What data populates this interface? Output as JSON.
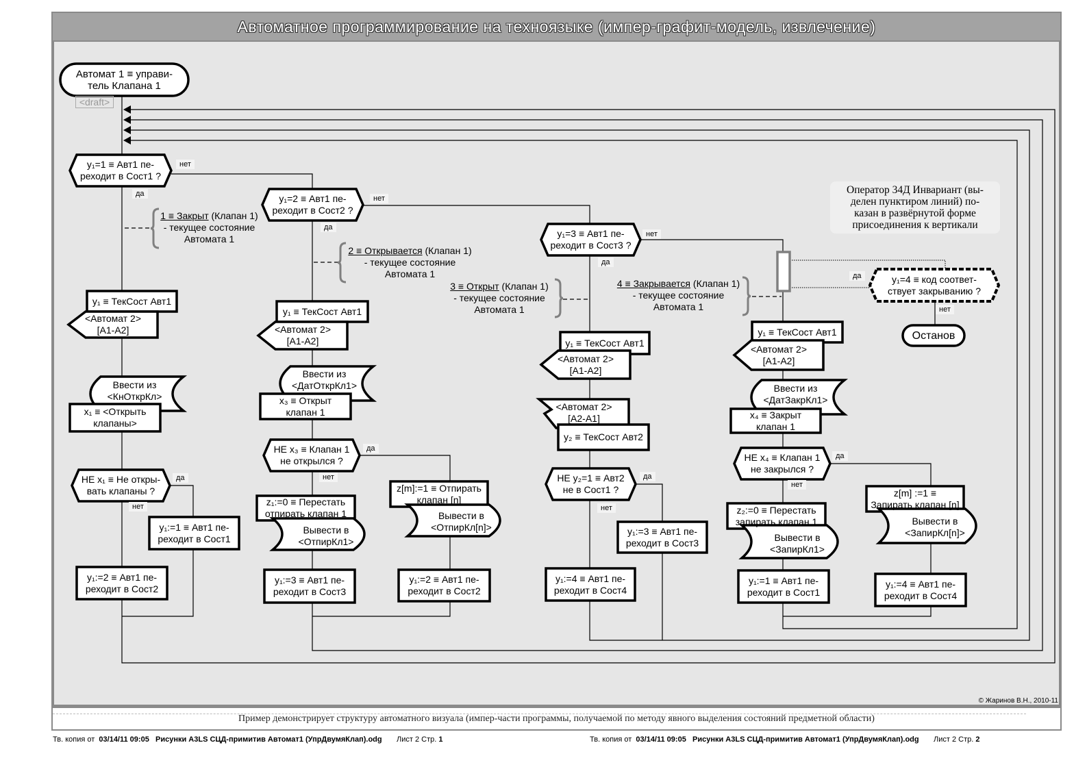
{
  "title": "Автоматное программирование на техноязыке (импер-графит-модель, извлечение)",
  "start": "Автомат 1 ≡ управи-\nтель Клапана 1",
  "draft": "<draft>",
  "labels": {
    "yes": "да",
    "no": "нет"
  },
  "nodes": {
    "d1": "y₁=1 ≡ Авт1 пе-\nреходит в Сост1 ?",
    "d2": "y₁=2 ≡ Авт1 пе-\nреходит в Сост2 ?",
    "d3": "y₁=3 ≡ Авт1 пе-\nреходит в Сост3 ?",
    "d4": "y₁=4  ≡ код соответ-\nствует закрыванию ?",
    "stop": "Останов",
    "r1a": "y₁ ≡ ТекСост Авт1",
    "o1a": "<Автомат 2>\n[A1-A2]",
    "i1": "Ввести из\n<КнОткрКл>",
    "r1b": "x₁ ≡ <Открыть\nклапаны>",
    "d1b": "НЕ x₁ ≡ Не откры-\nвать клапаны ?",
    "r1c": "y₁:=1 ≡ Авт1 пе-\nреходит в Сост1",
    "r1d": "y₁:=2 ≡ Авт1 пе-\nреходит в Сост2",
    "r2a": "y₁ ≡ ТекСост Авт1",
    "o2a": "<Автомат 2>\n[A1-A2]",
    "i2": "Ввести из\n<ДатОткрКл1>",
    "r2b": "x₃ ≡ Открыт\nклапан 1",
    "d2b": "НЕ x₃ ≡ Клапан 1\nне открылся ?",
    "r2c": "z₁:=0 ≡ Перестать\nотпирать клапан 1",
    "o2c": "Вывести в\n<ОтпирКл1>",
    "r2d": "z[m]:=1 ≡ Отпирать\nклапан [n]",
    "o2d": "Вывести в\n<ОтпирКл[n]>",
    "r2e": "y₁:=3 ≡ Авт1 пе-\nреходит в Сост3",
    "r2f": "y₁:=2 ≡ Авт1 пе-\nреходит в Сост2",
    "r3a": "y₁ ≡ ТекСост Авт1",
    "o3a": "<Автомат 2>\n[A1-A2]",
    "o3b": "<Автомат 2>\n[A2-A1]",
    "r3b": "y₂ ≡ ТекСост Авт2",
    "d3b": "НЕ y₂=1 ≡ Авт2\nне в Сост1 ?",
    "r3c": "y₁:=3 ≡ Авт1 пе-\nреходит в Сост3",
    "r3d": "y₁:=4 ≡ Авт1 пе-\nреходит в Сост4",
    "r4a": "y₁ ≡ ТекСост Авт1",
    "o4a": "<Автомат 2>\n[A1-A2]",
    "i4": "Ввести из\n<ДатЗакрКл1>",
    "r4b": "x₄ ≡ Закрыт\nклапан 1",
    "d4b": "НЕ x₄ ≡ Клапан 1\nне закрылся ?",
    "r4c": "z₂:=0 ≡ Перестать\nзапирать клапан 1",
    "o4c": "Вывести в\n<ЗапирКл1>",
    "r4d": "z[m] :=1 ≡\nЗапирать клапан [n]",
    "o4d": "Вывести в\n<ЗапирКл[n]>",
    "r4e": "y₁:=1 ≡ Авт1 пе-\nреходит в Сост1",
    "r4f": "y₁:=4 ≡ Авт1 пе-\nреходит в Сост4"
  },
  "annotations": [
    {
      "state": "1 ≡ Закрыт",
      "obj": " (Клапан 1)",
      "desc": "- текущее состояние\nАвтомата 1"
    },
    {
      "state": "2 ≡ Открывается",
      "obj": " (Клапан 1)",
      "desc": "- текущее состояние\nАвтомата 1"
    },
    {
      "state": "3 ≡ Открыт",
      "obj": " (Клапан 1)",
      "desc": "- текущее состояние\nАвтомата 1"
    },
    {
      "state": "4 ≡ Закрывается",
      "obj": " (Клапан 1)",
      "desc": "- текущее состояние\nАвтомата 1"
    }
  ],
  "note": "Оператор 34Д Инвариант (вы-\nделен пунктиром линий) по-\nказан в развёрнутой форме\nприсоединения к вертикали",
  "copyright": "© Жаринов В.Н., 2010-11",
  "caption": "Пример демонстрирует структуру  автоматного визуала (импер-части программы, получаемой по методу явного выделения состояний предметной области)",
  "footer": [
    {
      "prefix": "Тв. копия от",
      "date": "03/14/11  09:05",
      "file": "Рисунки A3LS СЦД-примитив Автомат1 (УпрДвумяКлап).odg",
      "sheet": "Лист 2 Стр.",
      "page": "1"
    },
    {
      "prefix": "Тв. копия от",
      "date": "03/14/11  09:05",
      "file": "Рисунки A3LS СЦД-примитив Автомат1 (УпрДвумяКлап).odg",
      "sheet": "Лист 2 Стр.",
      "page": "2"
    }
  ]
}
